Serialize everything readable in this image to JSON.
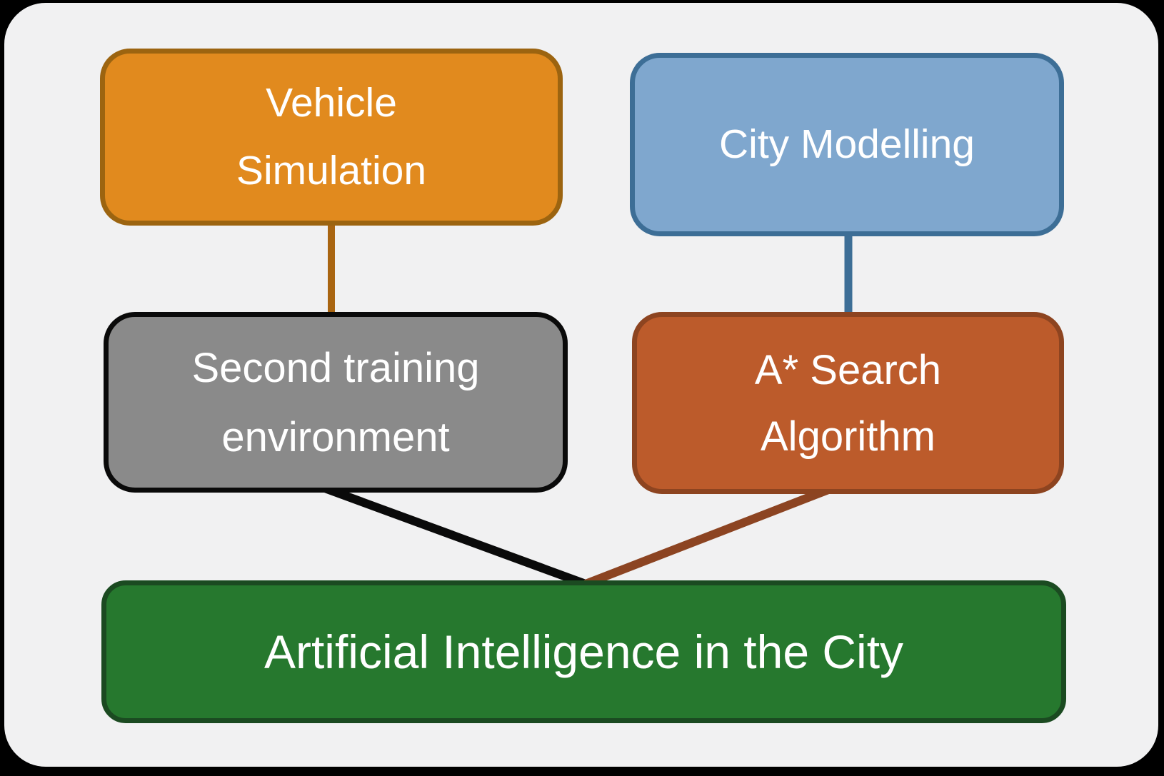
{
  "panel": {
    "outer_background": "#000000",
    "background": "#F1F1F2"
  },
  "nodes": {
    "vehicle_simulation": {
      "lines": [
        "Vehicle",
        "Simulation"
      ],
      "fill": "#E18A1E",
      "border": "#9C6410",
      "text_color": "#FFFFFF"
    },
    "city_modelling": {
      "lines": [
        "City Modelling"
      ],
      "fill": "#7FA7CE",
      "border": "#3D6E96",
      "text_color": "#FFFFFF"
    },
    "second_training_environment": {
      "lines": [
        "Second training",
        "environment"
      ],
      "fill": "#8A8A8A",
      "border": "#0A0A0A",
      "text_color": "#FFFFFF"
    },
    "a_star_search_algorithm": {
      "lines": [
        "A* Search",
        "Algorithm"
      ],
      "fill": "#BC5B2B",
      "border": "#8D4420",
      "text_color": "#FFFFFF"
    },
    "artificial_intelligence_in_the_city": {
      "lines": [
        "Artificial Intelligence in the City"
      ],
      "fill": "#26782E",
      "border": "#1B4A21",
      "text_color": "#FFFFFF"
    }
  },
  "connectors": {
    "vehicle_to_training": {
      "color": "#A96511"
    },
    "city_to_astar": {
      "color": "#3D6E96"
    },
    "training_to_ai": {
      "color": "#0A0A0A"
    },
    "astar_to_ai": {
      "color": "#8C4422"
    }
  }
}
